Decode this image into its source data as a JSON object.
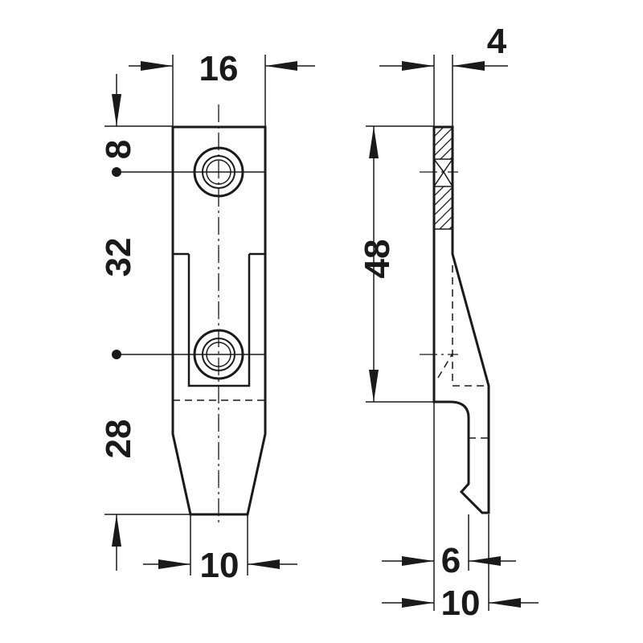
{
  "front_view": {
    "width_top": "16",
    "width_bottom": "10",
    "hole_offset": "8",
    "hole_spacing": "32",
    "tail_length": "28"
  },
  "side_view": {
    "thickness": "4",
    "height": "48",
    "hook_gap": "6",
    "total_depth": "10"
  },
  "colors": {
    "line": "#1a1a1a",
    "background": "#ffffff"
  }
}
